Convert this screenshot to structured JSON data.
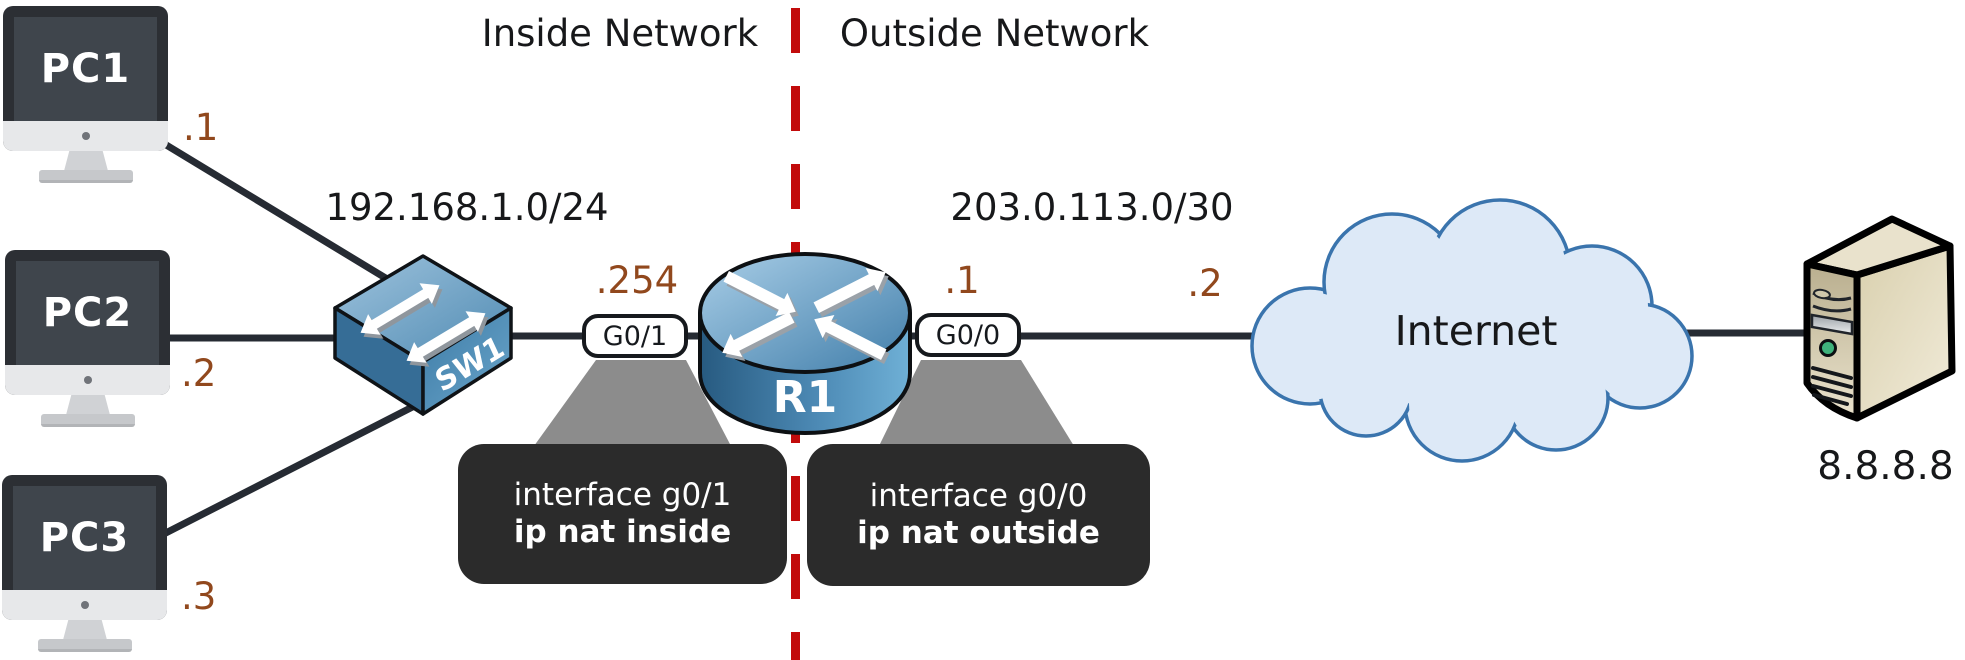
{
  "regions": {
    "inside": "Inside Network",
    "outside": "Outside Network"
  },
  "subnets": {
    "inside": "192.168.1.0/24",
    "outside": "203.0.113.0/30"
  },
  "pcs": [
    {
      "name": "PC1",
      "ip": ".1"
    },
    {
      "name": "PC2",
      "ip": ".2"
    },
    {
      "name": "PC3",
      "ip": ".3"
    }
  ],
  "switch": {
    "name": "SW1"
  },
  "router": {
    "name": "R1",
    "inside_port_label": "G0/1",
    "inside_ip": ".254",
    "outside_port_label": "G0/0",
    "outside_ip": ".1"
  },
  "wan": {
    "provider_ip": ".2"
  },
  "internet": {
    "label": "Internet"
  },
  "server": {
    "ip": "8.8.8.8"
  },
  "callouts": {
    "inside": {
      "line1": "interface g0/1",
      "line2": "ip nat inside"
    },
    "outside": {
      "line1": "interface g0/0",
      "line2": "ip nat outside"
    }
  },
  "colors": {
    "divider_red": "#c20b0b",
    "ip_label_brown": "#91481d",
    "wire_dark": "#262b33",
    "device_blue": "#4c87ae",
    "cloud_fill": "#dde9f7",
    "cloud_stroke": "#3a74ad",
    "callout_bg": "#2b2b2b",
    "pointer_gray": "#8c8c8c"
  }
}
